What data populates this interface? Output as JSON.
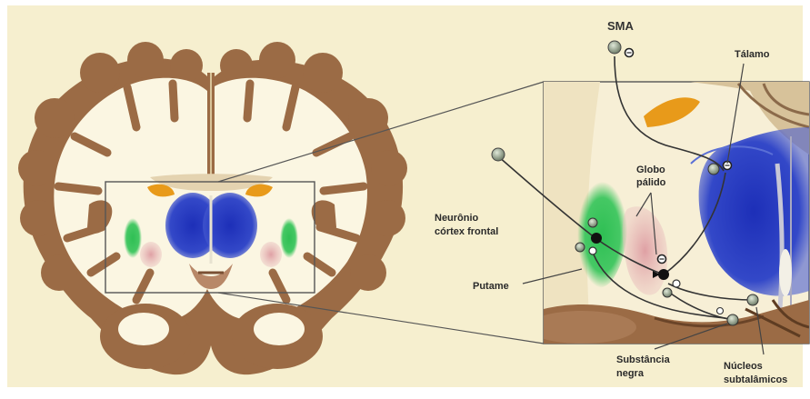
{
  "labels": {
    "sma": "SMA",
    "talamo": "Tálamo",
    "globo_line1": "Globo",
    "globo_line2": "pálido",
    "neuronio_line1": "Neurônio",
    "neuronio_line2": "córtex frontal",
    "putame": "Putame",
    "substancia_line1": "Substância",
    "substancia_line2": "negra",
    "nucleos_line1": "Núcleos",
    "nucleos_line2": "subtalâmicos"
  },
  "colors": {
    "background": "#f6efcf",
    "cortex": "#9b6b45",
    "white_matter": "#fbf6e2",
    "thalamus": "#2f45c4",
    "putamen": "#2fbf54",
    "globus_pallidus": "#e3a9ad",
    "orange_structure": "#e89a1a",
    "neuron": "#8b9a82",
    "neuron_active": "#111111"
  }
}
